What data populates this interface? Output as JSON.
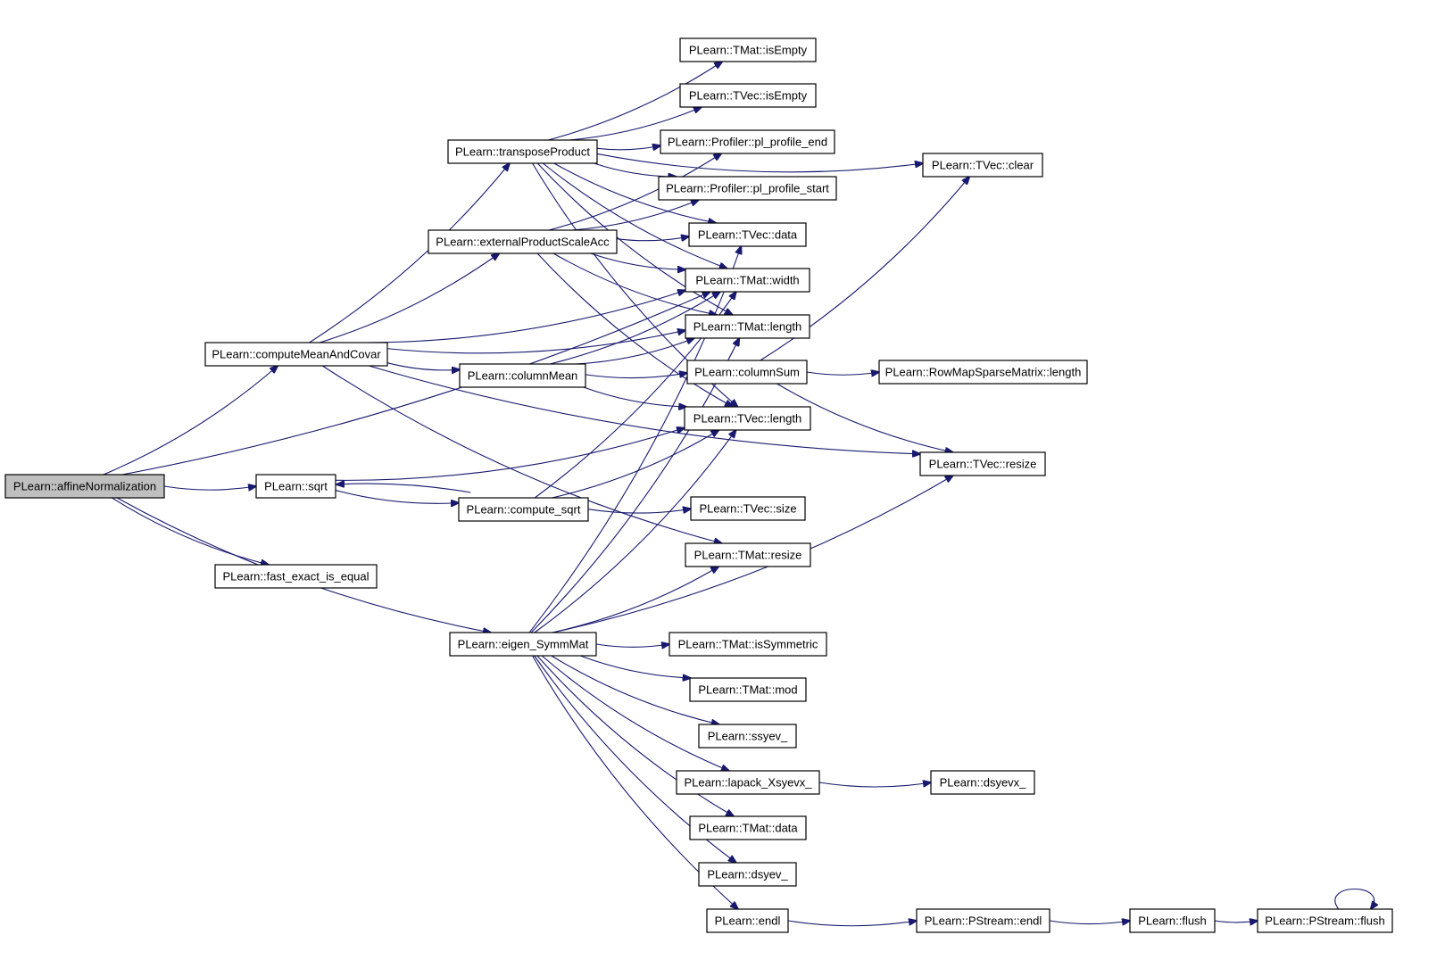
{
  "graph": {
    "edge_color": "#191970",
    "root_fill": "#bfbfbf",
    "node_fill": "#ffffff",
    "nodes": [
      {
        "id": "affineNormalization",
        "label": "PLearn::affineNormalization",
        "root": true
      },
      {
        "id": "computeMeanAndCovar",
        "label": "PLearn::computeMeanAndCovar"
      },
      {
        "id": "sqrt",
        "label": "PLearn::sqrt"
      },
      {
        "id": "fast_exact_is_equal",
        "label": "PLearn::fast_exact_is_equal"
      },
      {
        "id": "transposeProduct",
        "label": "PLearn::transposeProduct"
      },
      {
        "id": "externalProductScaleAcc",
        "label": "PLearn::externalProductScaleAcc"
      },
      {
        "id": "columnMean",
        "label": "PLearn::columnMean"
      },
      {
        "id": "compute_sqrt",
        "label": "PLearn::compute_sqrt"
      },
      {
        "id": "eigen_SymmMat",
        "label": "PLearn::eigen_SymmMat"
      },
      {
        "id": "TMat_isEmpty",
        "label": "PLearn::TMat::isEmpty"
      },
      {
        "id": "TVec_isEmpty",
        "label": "PLearn::TVec::isEmpty"
      },
      {
        "id": "pl_profile_end",
        "label": "PLearn::Profiler::pl_profile_end"
      },
      {
        "id": "pl_profile_start",
        "label": "PLearn::Profiler::pl_profile_start"
      },
      {
        "id": "TVec_data",
        "label": "PLearn::TVec::data"
      },
      {
        "id": "TMat_width",
        "label": "PLearn::TMat::width"
      },
      {
        "id": "TMat_length",
        "label": "PLearn::TMat::length"
      },
      {
        "id": "columnSum",
        "label": "PLearn::columnSum"
      },
      {
        "id": "TVec_length",
        "label": "PLearn::TVec::length"
      },
      {
        "id": "TVec_size",
        "label": "PLearn::TVec::size"
      },
      {
        "id": "TMat_resize",
        "label": "PLearn::TMat::resize"
      },
      {
        "id": "TMat_isSymmetric",
        "label": "PLearn::TMat::isSymmetric"
      },
      {
        "id": "TMat_mod",
        "label": "PLearn::TMat::mod"
      },
      {
        "id": "ssyev_",
        "label": "PLearn::ssyev_"
      },
      {
        "id": "lapack_Xsyevx_",
        "label": "PLearn::lapack_Xsyevx_"
      },
      {
        "id": "TMat_data",
        "label": "PLearn::TMat::data"
      },
      {
        "id": "dsyev_",
        "label": "PLearn::dsyev_"
      },
      {
        "id": "endl",
        "label": "PLearn::endl"
      },
      {
        "id": "TVec_clear",
        "label": "PLearn::TVec::clear"
      },
      {
        "id": "RowMapSparseMatrix_length",
        "label": "PLearn::RowMapSparseMatrix::length"
      },
      {
        "id": "TVec_resize",
        "label": "PLearn::TVec::resize"
      },
      {
        "id": "dsyevx_",
        "label": "PLearn::dsyevx_"
      },
      {
        "id": "PStream_endl",
        "label": "PLearn::PStream::endl"
      },
      {
        "id": "flush",
        "label": "PLearn::flush"
      },
      {
        "id": "PStream_flush",
        "label": "PLearn::PStream::flush"
      }
    ],
    "edges": [
      [
        "affineNormalization",
        "computeMeanAndCovar"
      ],
      [
        "affineNormalization",
        "sqrt"
      ],
      [
        "affineNormalization",
        "fast_exact_is_equal"
      ],
      [
        "affineNormalization",
        "eigen_SymmMat"
      ],
      [
        "affineNormalization",
        "TMat_width"
      ],
      [
        "computeMeanAndCovar",
        "transposeProduct"
      ],
      [
        "computeMeanAndCovar",
        "externalProductScaleAcc"
      ],
      [
        "computeMeanAndCovar",
        "columnMean"
      ],
      [
        "computeMeanAndCovar",
        "TMat_width"
      ],
      [
        "computeMeanAndCovar",
        "TMat_length"
      ],
      [
        "computeMeanAndCovar",
        "TVec_resize"
      ],
      [
        "computeMeanAndCovar",
        "TMat_resize"
      ],
      [
        "transposeProduct",
        "TMat_isEmpty"
      ],
      [
        "transposeProduct",
        "TVec_isEmpty"
      ],
      [
        "transposeProduct",
        "pl_profile_end"
      ],
      [
        "transposeProduct",
        "pl_profile_start"
      ],
      [
        "transposeProduct",
        "TVec_clear"
      ],
      [
        "transposeProduct",
        "TVec_data"
      ],
      [
        "transposeProduct",
        "TMat_width"
      ],
      [
        "transposeProduct",
        "TMat_length"
      ],
      [
        "transposeProduct",
        "TVec_length"
      ],
      [
        "externalProductScaleAcc",
        "pl_profile_end"
      ],
      [
        "externalProductScaleAcc",
        "pl_profile_start"
      ],
      [
        "externalProductScaleAcc",
        "TVec_data"
      ],
      [
        "externalProductScaleAcc",
        "TMat_width"
      ],
      [
        "externalProductScaleAcc",
        "TMat_length"
      ],
      [
        "externalProductScaleAcc",
        "TVec_length"
      ],
      [
        "columnMean",
        "columnSum"
      ],
      [
        "columnMean",
        "TMat_width"
      ],
      [
        "columnMean",
        "TMat_length"
      ],
      [
        "columnMean",
        "TVec_length"
      ],
      [
        "columnSum",
        "TVec_clear"
      ],
      [
        "columnSum",
        "RowMapSparseMatrix_length"
      ],
      [
        "columnSum",
        "TVec_resize"
      ],
      [
        "sqrt",
        "compute_sqrt"
      ],
      [
        "sqrt",
        "TVec_length"
      ],
      [
        "compute_sqrt",
        "sqrt"
      ],
      [
        "compute_sqrt",
        "TVec_size"
      ],
      [
        "compute_sqrt",
        "TVec_length"
      ],
      [
        "compute_sqrt",
        "TMat_width"
      ],
      [
        "eigen_SymmMat",
        "TMat_isSymmetric"
      ],
      [
        "eigen_SymmMat",
        "TMat_mod"
      ],
      [
        "eigen_SymmMat",
        "ssyev_"
      ],
      [
        "eigen_SymmMat",
        "lapack_Xsyevx_"
      ],
      [
        "eigen_SymmMat",
        "TMat_data"
      ],
      [
        "eigen_SymmMat",
        "dsyev_"
      ],
      [
        "eigen_SymmMat",
        "endl"
      ],
      [
        "eigen_SymmMat",
        "TMat_resize"
      ],
      [
        "eigen_SymmMat",
        "TVec_resize"
      ],
      [
        "eigen_SymmMat",
        "TVec_data"
      ],
      [
        "eigen_SymmMat",
        "TMat_length"
      ],
      [
        "eigen_SymmMat",
        "TVec_length"
      ],
      [
        "lapack_Xsyevx_",
        "dsyevx_"
      ],
      [
        "endl",
        "PStream_endl"
      ],
      [
        "PStream_endl",
        "flush"
      ],
      [
        "flush",
        "PStream_flush"
      ],
      [
        "PStream_flush",
        "PStream_flush"
      ]
    ]
  }
}
